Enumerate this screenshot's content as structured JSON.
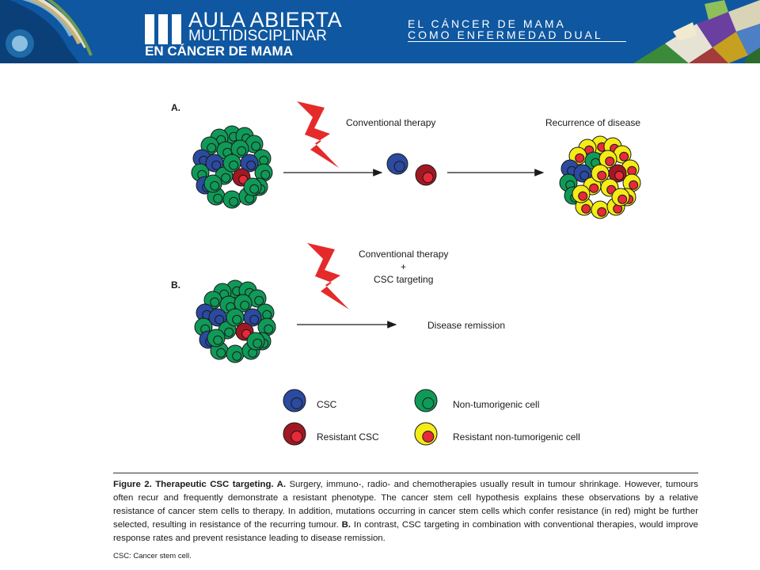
{
  "header": {
    "logo_line1": "AULA ABIERTA",
    "logo_line2": "MULTIDISCIPLINAR",
    "logo_line3": "EN CÁNCER DE MAMA",
    "title_line1": "EL CÁNCER DE MAMA",
    "title_line2": "COMO ENFERMEDAD DUAL"
  },
  "colors": {
    "banner": "#0f57a0",
    "csc": "#2b4aa0",
    "resistant_csc": "#a11822",
    "non_tumorigenic": "#0f9a58",
    "resistant_non_tumorigenic": "#f3ec16",
    "nucleus_red": "#e8293a",
    "lightning": "#e52a2a"
  },
  "diagram": {
    "panel_a": {
      "label": "A.",
      "therapy": "Conventional therapy",
      "outcome": "Recurrence of disease"
    },
    "panel_b": {
      "label": "B.",
      "therapy_line1": "Conventional therapy",
      "therapy_plus": "+",
      "therapy_line2": "CSC targeting",
      "outcome": "Disease remission"
    },
    "legend": [
      {
        "key": "csc",
        "label": "CSC",
        "icon": "csc-cell-icon"
      },
      {
        "key": "non_tumorigenic",
        "label": "Non-tumorigenic cell",
        "icon": "non-tumorigenic-cell-icon"
      },
      {
        "key": "resistant_csc",
        "label": "Resistant CSC",
        "icon": "resistant-csc-cell-icon"
      },
      {
        "key": "resistant_non_tumorigenic",
        "label": "Resistant non-tumorigenic cell",
        "icon": "resistant-non-tumorigenic-cell-icon"
      }
    ]
  },
  "caption": {
    "title": "Figure 2. Therapeutic CSC targeting. A.",
    "text_a": " Surgery, immuno-, radio- and chemotherapies usually result in tumour shrinkage. However, tumours often recur and frequently demonstrate a resistant phenotype. The cancer stem cell hypothesis explains these observations by a relative resistance of cancer stem cells to therapy. In addition, mutations occurring in cancer stem cells which confer resistance (in red) might be further selected, resulting in resistance of the recurring tumour. ",
    "b_label": "B.",
    "text_b": " In contrast, CSC targeting in combination with conventional therapies, would improve response rates and prevent resistance leading to disease remission.",
    "footnote": "CSC: Cancer stem cell."
  }
}
